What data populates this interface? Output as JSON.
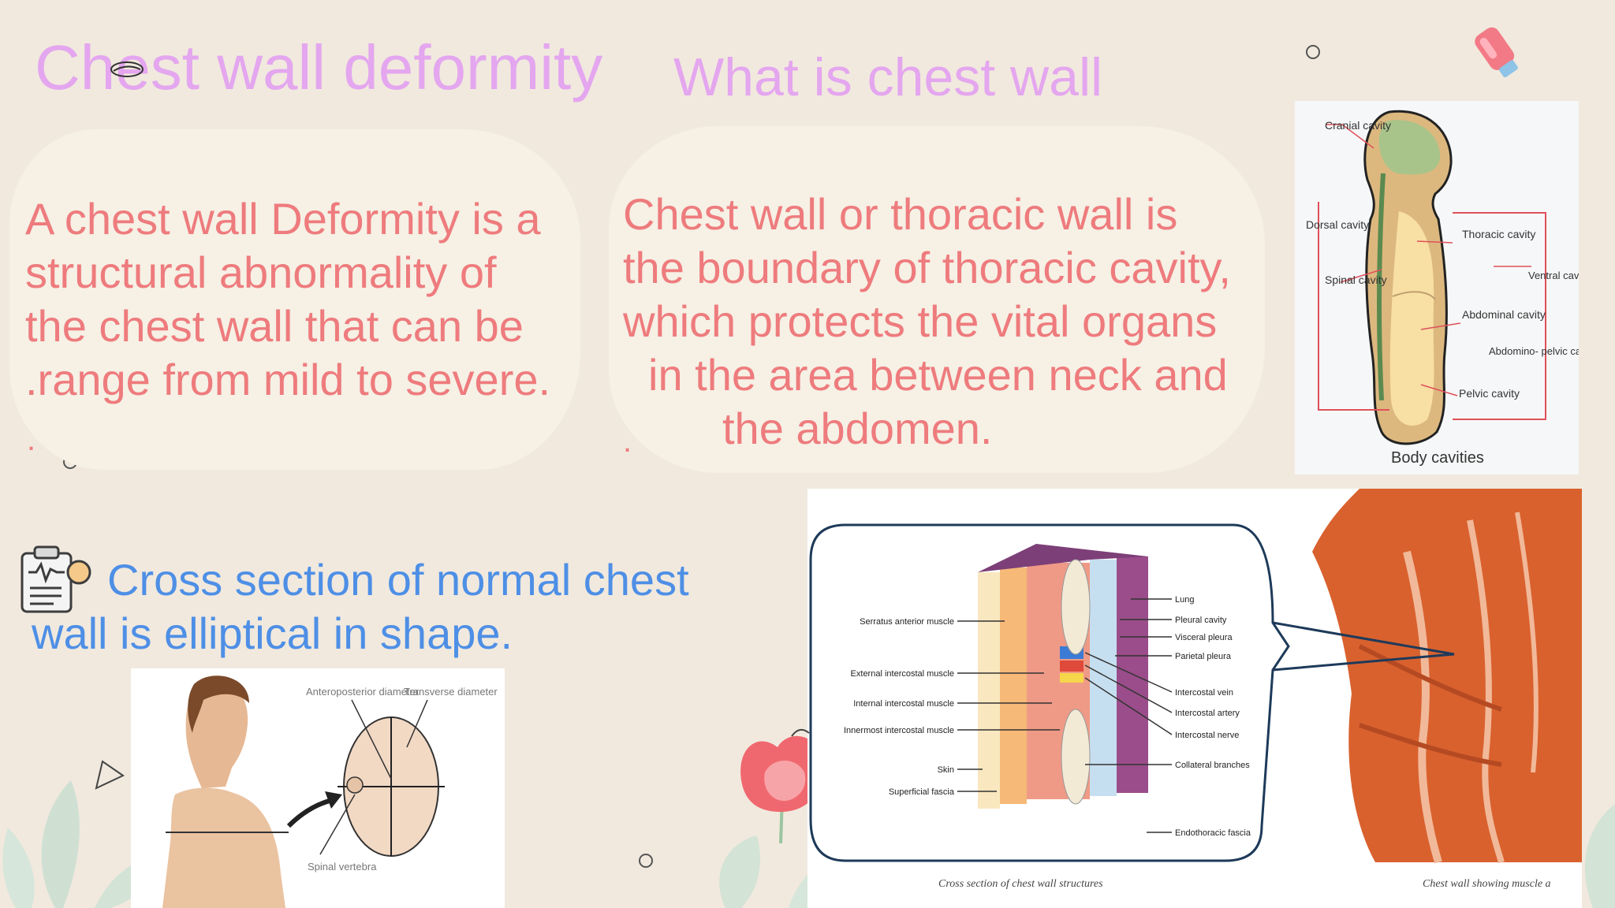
{
  "slide": {
    "title_left": "Chest wall deformity",
    "title_right": "What is chest wall",
    "definition_text": "A chest wall Deformity is a structural abnormality of the chest wall that can be .range from mild to severe.",
    "definition_dot": ".",
    "chestwall_lines": [
      "Chest wall or thoracic wall is",
      "the boundary of thoracic cavity,",
      "which protects the vital organs",
      "in the area between neck and",
      "the abdomen."
    ],
    "chestwall_dot": ".",
    "cross_section_note": "Cross section of normal chest wall is elliptical in shape."
  },
  "body_cavities_figure": {
    "caption": "Body cavities",
    "labels": {
      "cranial": "Cranial cavity",
      "dorsal": "Dorsal cavity",
      "spinal": "Spinal cavity",
      "thoracic": "Thoracic cavity",
      "ventral": "Ventral cavity",
      "abdominal": "Abdominal cavity",
      "abdominopelvic": "Abdomino- pelvic cavity",
      "pelvic": "Pelvic cavity"
    }
  },
  "diameter_figure": {
    "labels": {
      "ap": "Anteroposterior diameter",
      "transverse": "Transverse diameter",
      "spinal": "Spinal vertebra"
    }
  },
  "cross_section_figure": {
    "caption_left": "Cross section of chest wall structures",
    "caption_right": "Chest wall showing muscle a",
    "left_labels": [
      "Serratus anterior muscle",
      "External intercostal muscle",
      "Internal intercostal muscle",
      "Innermost intercostal muscle",
      "Skin",
      "Superficial fascia"
    ],
    "right_labels": [
      "Lung",
      "Pleural cavity",
      "Visceral pleura",
      "Parietal pleura",
      "Intercostal vein",
      "Intercostal artery",
      "Intercostal nerve",
      "Collateral branches",
      "Endothoracic fascia"
    ]
  },
  "colors": {
    "background": "#f1e9de",
    "title": "#e4a6ef",
    "body_text": "#ee7b7d",
    "note_text": "#4e8fe6"
  }
}
